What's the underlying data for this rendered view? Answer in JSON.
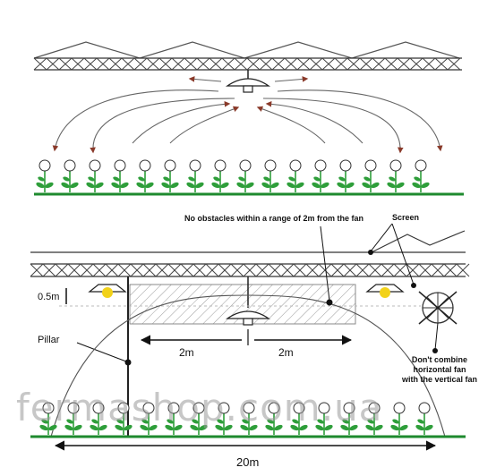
{
  "labels": {
    "no_obstacles": "No obstacles within a range of 2m from the fan",
    "screen": "Screen",
    "height": "0.5m",
    "pillar": "Pillar",
    "dont_line1": "Don't combine",
    "dont_line2": "horizontal fan",
    "dont_line3": "with the vertical fan",
    "left_span": "2m",
    "right_span": "2m",
    "total_span": "20m",
    "watermark": "fermashop.com.ua"
  },
  "colors": {
    "line": "#1a1a1a",
    "arrow": "#8a3a2a",
    "stem": "#2e9e3a",
    "ground": "#1e8a2e",
    "lamp": "#f2d21a",
    "hatch": "#9a9a9a"
  },
  "icons": {
    "fan": "horizontal-fan-icon",
    "vertical_fan": "vertical-fan-crossed-icon",
    "lamp": "lamp-icon",
    "plant": "flower-plant-icon"
  }
}
